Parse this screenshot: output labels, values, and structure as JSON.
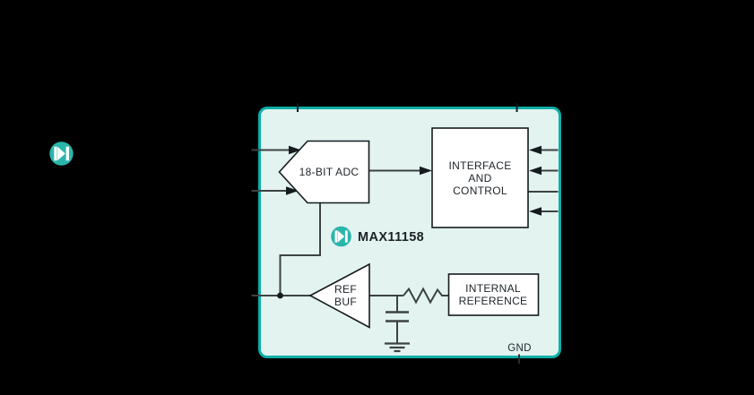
{
  "diagram": {
    "part_number": "MAX11158",
    "gnd_label": "GND",
    "blocks": {
      "adc": {
        "label": "18-BIT ADC"
      },
      "interface": {
        "label": "INTERFACE\nAND\nCONTROL"
      },
      "ref_buf": {
        "label": "REF\nBUF"
      },
      "internal_reference": {
        "label": "INTERNAL\nREFERENCE"
      }
    },
    "icons": {
      "brand_logo": "maxim-circle-m-logo"
    },
    "colors": {
      "background": "#000000",
      "box_border_teal": "#0bafa7",
      "box_fill_mint": "#e2f3f0",
      "logo_teal": "#2bb5ab",
      "block_fill": "#ffffff",
      "block_stroke": "#161b1e",
      "wire_gray": "#3d4242",
      "text": "#1e2428"
    }
  }
}
